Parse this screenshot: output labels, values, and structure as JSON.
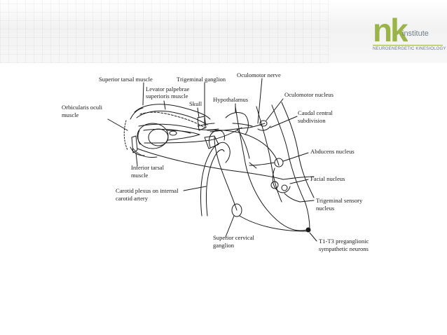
{
  "logo": {
    "mark": "nk",
    "word": "institute",
    "subtitle": "NEUROENERGETIC KINESIOLOGY",
    "brand_color": "#9ab44a",
    "text_color": "#6f7f8a"
  },
  "labels": {
    "superior_tarsal_muscle": "Superior tarsal muscle",
    "trigeminal_ganglion": "Trigeminal ganglion",
    "oculomotor_nerve": "Oculomotor nerve",
    "levator_line1": "Levator palpebrae",
    "levator_line2": "superioris muscle",
    "oculomotor_nucleus": "Oculomotor nucleus",
    "hypothalamus": "Hypothalamus",
    "skull": "Skull",
    "orbicularis_line1": "Orbicularis oculi",
    "orbicularis_line2": "muscle",
    "caudal_line1": "Caudal central",
    "caudal_line2": "subdivision",
    "abducens_nucleus": "Abducens nucleus",
    "inferior_tarsal_line1": "Inferior tarsal",
    "inferior_tarsal_line2": "muscle",
    "facial_nucleus": "Facial nucleus",
    "carotid_line1": "Carotid plexus on internal",
    "carotid_line2": "carotid artery",
    "trigeminal_sensory_line1": "Trigeminal sensory",
    "trigeminal_sensory_line2": "nucleus",
    "superior_cervical_line1": "Superior cervical",
    "superior_cervical_line2": "ganglion",
    "t1t3_line1": "T1-T3 preganglionic",
    "t1t3_line2": "sympathetic neurons"
  }
}
